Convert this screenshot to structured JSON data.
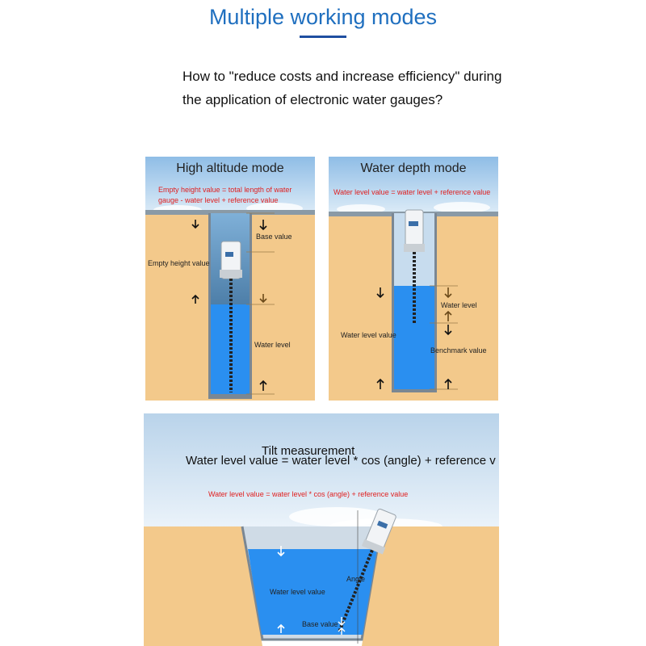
{
  "header": {
    "title": "Multiple working modes",
    "question_line1": "How to \"reduce costs and increase efficiency\" during",
    "question_line2": "the application of electronic water gauges?"
  },
  "high_altitude": {
    "title": "High altitude mode",
    "formula_line1": "Empty height value = total length of water",
    "formula_line2": "gauge - water level + reference value",
    "label_base": "Base value",
    "label_empty": "Empty height value",
    "label_water": "Water level"
  },
  "water_depth": {
    "title": "Water depth mode",
    "formula": "Water level value = water level + reference value",
    "label_water_level": "Water level",
    "label_water_level_value": "Water level value",
    "label_benchmark": "Benchmark value"
  },
  "tilt": {
    "title": "Tilt measurement",
    "subtitle": "Water level value = water level * cos (angle) + reference v",
    "formula": "Water level value = water level * cos (angle) + reference value",
    "label_angle": "Angle",
    "label_water_value": "Water level value",
    "label_base": "Base value"
  },
  "colors": {
    "title_blue": "#1f6fbf",
    "sand": "#f3c98b",
    "water": "#2a8ff0",
    "formula_red": "#e02020"
  }
}
